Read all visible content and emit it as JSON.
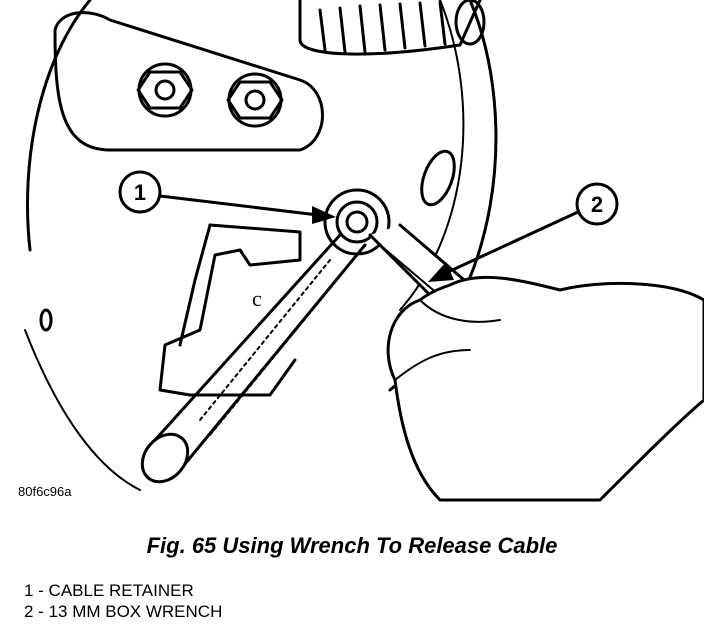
{
  "figure": {
    "code": "80f6c96a",
    "caption": "Fig. 65 Using Wrench To Release Cable",
    "callouts": [
      "1",
      "2"
    ],
    "legend": [
      "1 - CABLE RETAINER",
      "2 - 13 MM BOX WRENCH"
    ]
  }
}
